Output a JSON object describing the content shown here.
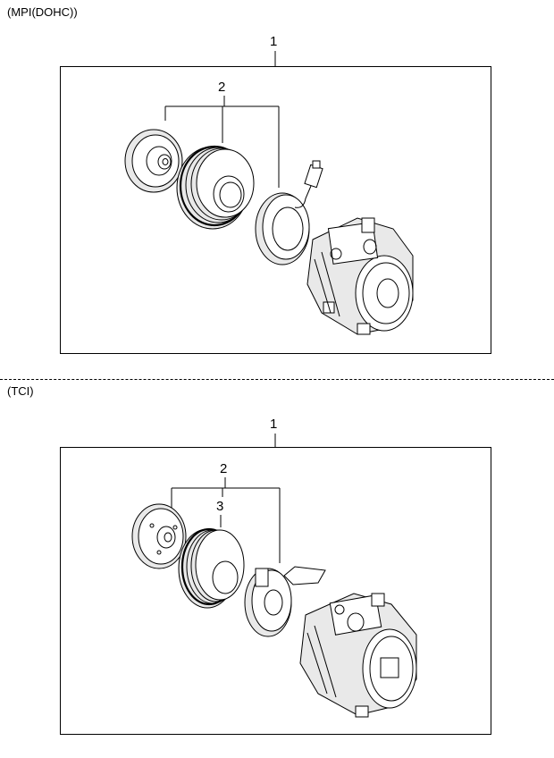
{
  "sections": [
    {
      "label": "(MPI(DOHC))",
      "callouts": [
        "1",
        "2"
      ]
    },
    {
      "label": "(TCI)",
      "callouts": [
        "1",
        "2",
        "3"
      ]
    }
  ]
}
